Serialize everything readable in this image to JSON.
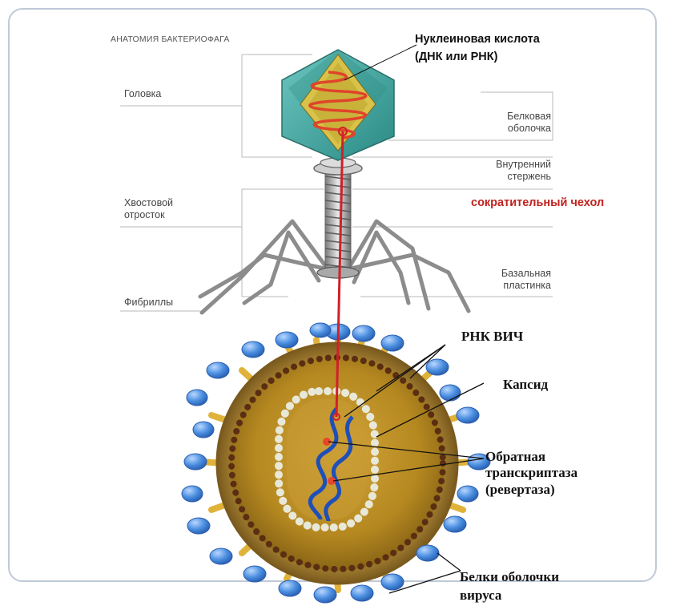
{
  "phage": {
    "title": "АНАТОМИЯ БАКТЕРИОФАГА",
    "labels_left": {
      "head": "Головка",
      "tail_line1": "Хвостовой",
      "tail_line2": "отросток",
      "fibrils": "Фибриллы"
    },
    "labels_right": {
      "nucleic_line1": "Нуклеиновая кислота",
      "nucleic_line2": "(ДНК или РНК)",
      "protein_shell_line1": "Белковая",
      "protein_shell_line2": "оболочка",
      "inner_rod_line1": "Внутренний",
      "inner_rod_line2": "стержень",
      "sheath": "сократительный чехол",
      "baseplate_line1": "Базальная",
      "baseplate_line2": "пластинка"
    }
  },
  "hiv": {
    "labels": {
      "rna": "РНК ВИЧ",
      "capsid": "Капсид",
      "rt_line1": "Обратная",
      "rt_line2": "транскриптаза",
      "rt_line3": "(ревертаза)",
      "env_line1": "Белки оболочки",
      "env_line2": "вируса"
    }
  },
  "colors": {
    "capsid_head": "#3fa7a0",
    "connector_red": "#d0202a",
    "envelope_brown": "#8a6a2a",
    "spike_blue": "#4a8ee0",
    "rna_blue": "#1f4fb8",
    "accent_label_red": "#c0221e"
  }
}
